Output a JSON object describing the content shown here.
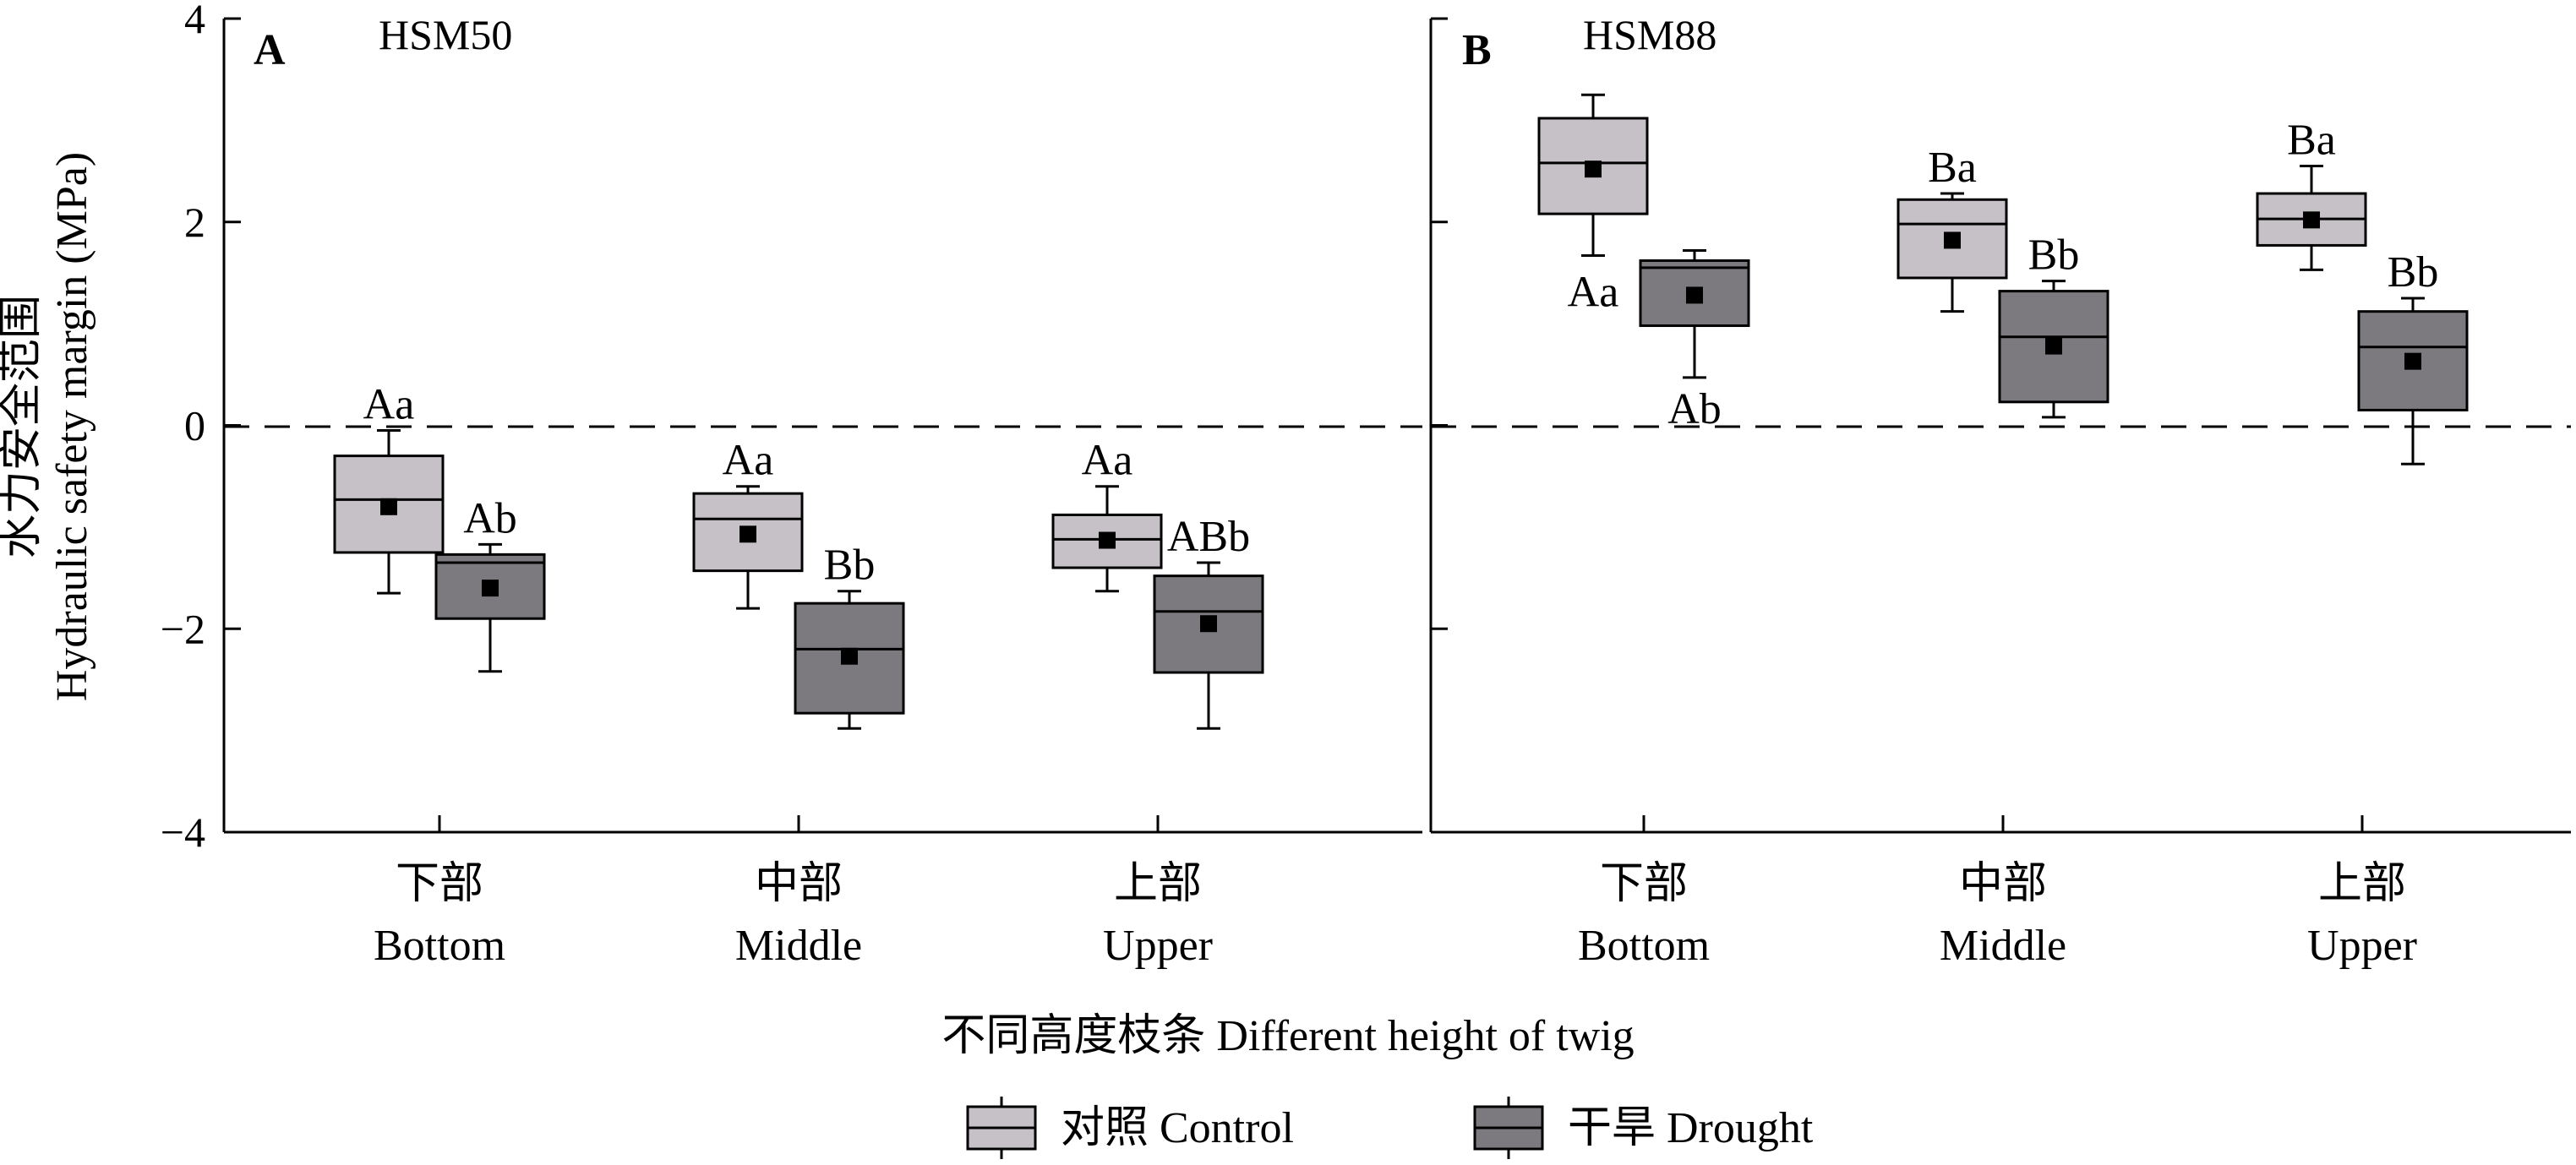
{
  "y_axis": {
    "label_cn": "水力安全范围",
    "label_en": "Hydraulic safety margin (MPa)",
    "ticks": [
      "4",
      "2",
      "0",
      "−2",
      "−4"
    ],
    "tick_values": [
      4,
      2,
      0,
      -2,
      -4
    ]
  },
  "x_axis": {
    "label": "不同高度枝条 Different height of twig",
    "categories": [
      {
        "cn": "下部",
        "en": "Bottom"
      },
      {
        "cn": "中部",
        "en": "Middle"
      },
      {
        "cn": "上部",
        "en": "Upper"
      }
    ]
  },
  "legend": {
    "items": [
      {
        "label": "对照 Control",
        "color": "#c6c1c6"
      },
      {
        "label": "干旱 Drought",
        "color": "#7c7a7f"
      }
    ]
  },
  "colors": {
    "control": "#c6c1c6",
    "drought": "#7c7a7f",
    "stroke": "#000000"
  },
  "chart_data": [
    {
      "type": "box",
      "panel_letter": "A",
      "panel_title": "HSM50",
      "ylim": [
        -4,
        4
      ],
      "reference_line": 0,
      "categories": [
        "下部 Bottom",
        "中部 Middle",
        "上部 Upper"
      ],
      "series": [
        {
          "name": "对照 Control",
          "boxes": [
            {
              "whisker_low": -1.65,
              "q1": -1.25,
              "median": -0.73,
              "q3": -0.3,
              "whisker_high": -0.05,
              "mean": -0.8,
              "label": "Aa"
            },
            {
              "whisker_low": -1.8,
              "q1": -1.43,
              "median": -0.92,
              "q3": -0.67,
              "whisker_high": -0.6,
              "mean": -1.07,
              "label": "Aa"
            },
            {
              "whisker_low": -1.63,
              "q1": -1.4,
              "median": -1.12,
              "q3": -0.88,
              "whisker_high": -0.6,
              "mean": -1.13,
              "label": "Aa"
            }
          ]
        },
        {
          "name": "干旱 Drought",
          "boxes": [
            {
              "whisker_low": -2.42,
              "q1": -1.9,
              "median": -1.35,
              "q3": -1.27,
              "whisker_high": -1.17,
              "mean": -1.6,
              "label": "Ab"
            },
            {
              "whisker_low": -2.98,
              "q1": -2.83,
              "median": -2.2,
              "q3": -1.75,
              "whisker_high": -1.63,
              "mean": -2.27,
              "label": "Bb"
            },
            {
              "whisker_low": -2.98,
              "q1": -2.43,
              "median": -1.83,
              "q3": -1.48,
              "whisker_high": -1.35,
              "mean": -1.95,
              "label": "ABb"
            }
          ]
        }
      ]
    },
    {
      "type": "box",
      "panel_letter": "B",
      "panel_title": "HSM88",
      "ylim": [
        -4,
        4
      ],
      "reference_line": 0,
      "categories": [
        "下部 Bottom",
        "中部 Middle",
        "上部 Upper"
      ],
      "series": [
        {
          "name": "对照 Control",
          "boxes": [
            {
              "whisker_low": 1.67,
              "q1": 2.08,
              "median": 2.58,
              "q3": 3.02,
              "whisker_high": 3.25,
              "mean": 2.52,
              "label": "Aa"
            },
            {
              "whisker_low": 1.12,
              "q1": 1.45,
              "median": 1.98,
              "q3": 2.22,
              "whisker_high": 2.28,
              "mean": 1.82,
              "label": "Ba"
            },
            {
              "whisker_low": 1.53,
              "q1": 1.77,
              "median": 2.03,
              "q3": 2.28,
              "whisker_high": 2.55,
              "mean": 2.02,
              "label": "Ba"
            }
          ]
        },
        {
          "name": "干旱 Drought",
          "boxes": [
            {
              "whisker_low": 0.47,
              "q1": 0.98,
              "median": 1.55,
              "q3": 1.62,
              "whisker_high": 1.72,
              "mean": 1.28,
              "label": "Ab"
            },
            {
              "whisker_low": 0.08,
              "q1": 0.23,
              "median": 0.87,
              "q3": 1.32,
              "whisker_high": 1.42,
              "mean": 0.78,
              "label": "Bb"
            },
            {
              "whisker_low": -0.38,
              "q1": 0.15,
              "median": 0.77,
              "q3": 1.12,
              "whisker_high": 1.25,
              "mean": 0.63,
              "label": "Bb"
            }
          ]
        }
      ]
    }
  ]
}
